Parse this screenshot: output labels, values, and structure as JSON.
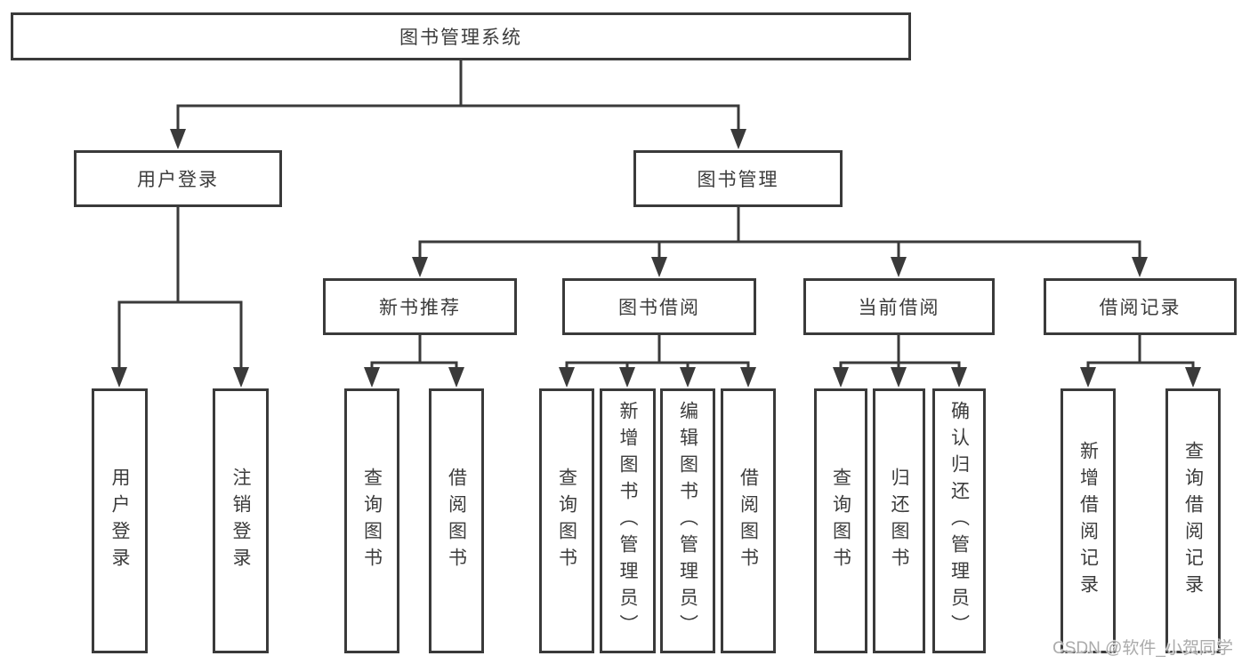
{
  "diagram_title": "图书管理系统",
  "tree": {
    "root": {
      "label": "图书管理系统",
      "children": [
        {
          "label": "用户登录",
          "children": [
            {
              "label": "用户登录"
            },
            {
              "label": "注销登录"
            }
          ]
        },
        {
          "label": "图书管理",
          "children": [
            {
              "label": "新书推荐",
              "children": [
                {
                  "label": "查询图书"
                },
                {
                  "label": "借阅图书"
                }
              ]
            },
            {
              "label": "图书借阅",
              "children": [
                {
                  "label": "查询图书"
                },
                {
                  "label": "新增图书（管理员）"
                },
                {
                  "label": "编辑图书（管理员）"
                },
                {
                  "label": "借阅图书"
                }
              ]
            },
            {
              "label": "当前借阅",
              "children": [
                {
                  "label": "查询图书"
                },
                {
                  "label": "归还图书"
                },
                {
                  "label": "确认归还（管理员）"
                }
              ]
            },
            {
              "label": "借阅记录",
              "children": [
                {
                  "label": "新增借阅记录"
                },
                {
                  "label": "查询借阅记录"
                }
              ]
            }
          ]
        }
      ]
    }
  },
  "watermark": {
    "text": "CSDN @软件_小贺同学"
  },
  "colors": {
    "line": "#3a3a3a",
    "box_border": "#3a3a3a",
    "box_background": "#ffffff",
    "text": "#3c3c3c",
    "watermark_text": "#ababab",
    "page_background": "#ffffff"
  }
}
